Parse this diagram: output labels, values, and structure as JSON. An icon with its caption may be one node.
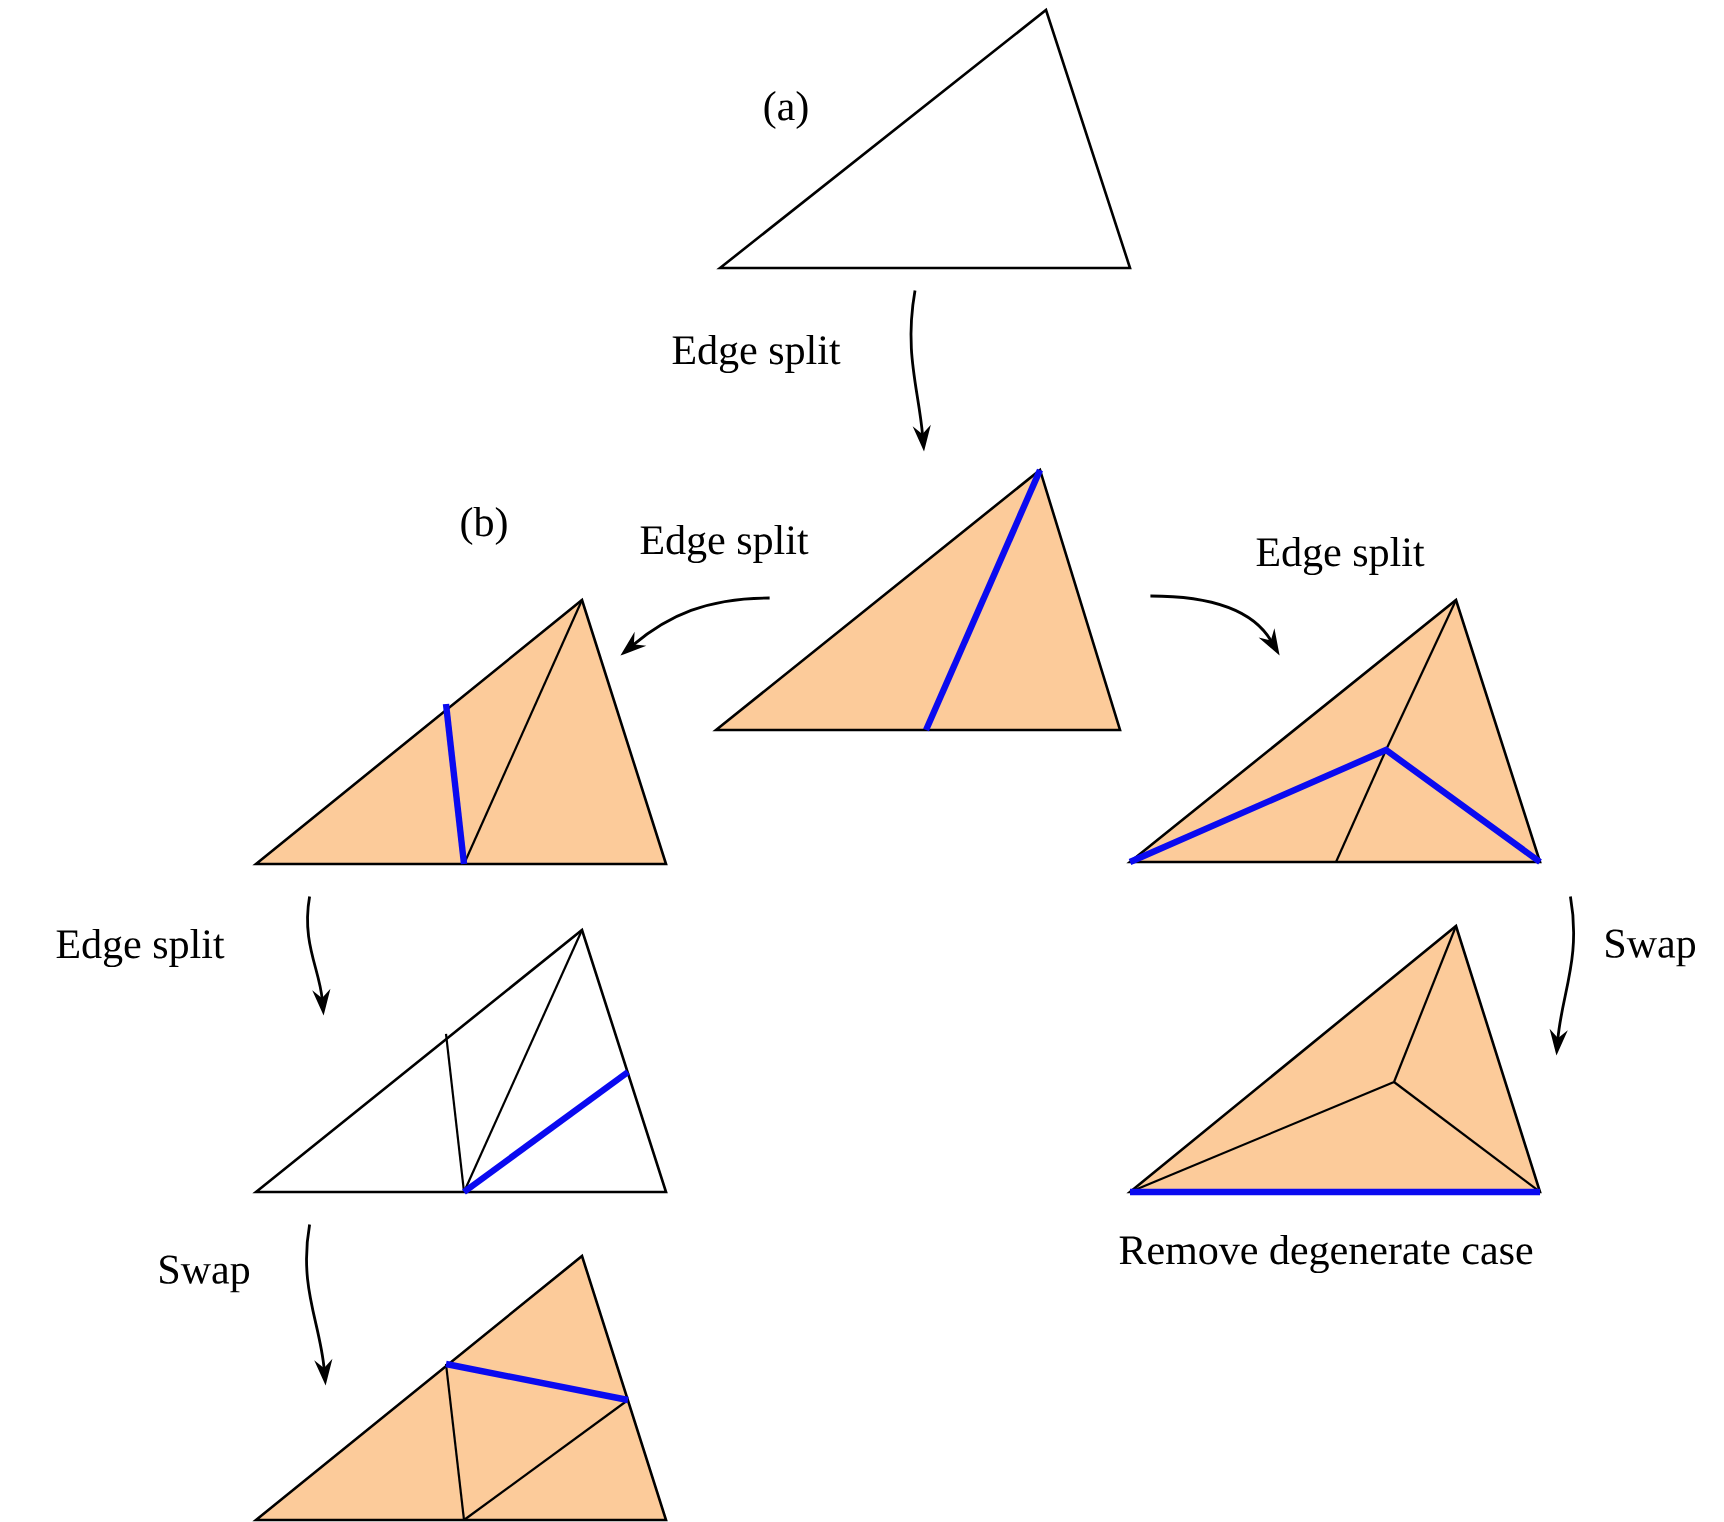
{
  "diagram": {
    "nodes": [
      {
        "text": [],
        "shape": "triangle",
        "beside": [
          "(a)"
        ]
      },
      {
        "text": [],
        "shape": "triangle"
      },
      {
        "text": [],
        "shape": "triangle",
        "beside": [
          "(b)"
        ]
      },
      {
        "text": [],
        "shape": "triangle"
      },
      {
        "text": [],
        "shape": "triangle"
      },
      {
        "text": [],
        "shape": "triangle",
        "beside": [
          "Remove degenerate case"
        ]
      },
      {
        "text": [],
        "shape": "triangle"
      }
    ],
    "edges": [
      {
        "from": 0,
        "to": 1,
        "arrow": "to",
        "label": "Edge split"
      },
      {
        "from": 1,
        "to": 2,
        "arrow": "to",
        "label": "Edge split"
      },
      {
        "from": 1,
        "to": 3,
        "arrow": "to",
        "label": "Edge split"
      },
      {
        "from": 2,
        "to": 4,
        "arrow": "to",
        "label": "Edge split"
      },
      {
        "from": 3,
        "to": 5,
        "arrow": "to",
        "label": "Swap"
      },
      {
        "from": 4,
        "to": 6,
        "arrow": "to",
        "label": "Swap"
      }
    ]
  }
}
